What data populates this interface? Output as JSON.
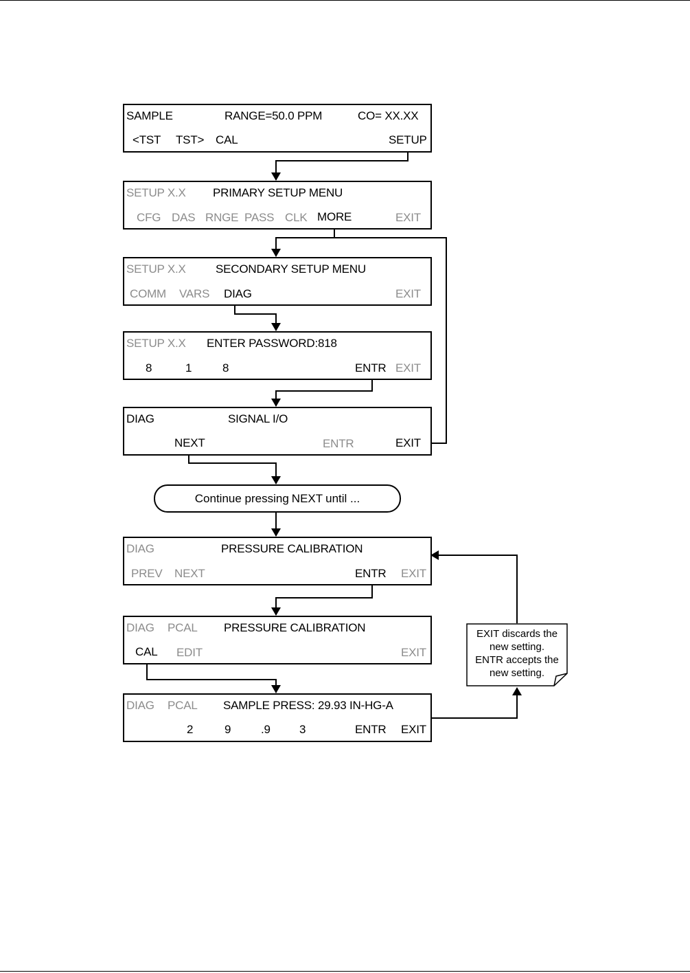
{
  "panels": [
    {
      "id": "sample",
      "top_left": "SAMPLE",
      "top_mid": "RANGE=50.0 PPM",
      "top_right": "CO= XX.XX",
      "keys": [
        "<TST",
        "TST>",
        "CAL",
        "SETUP"
      ]
    },
    {
      "id": "primary-setup",
      "top_left": "SETUP X.X",
      "top_mid": "PRIMARY SETUP MENU",
      "keys": [
        "CFG",
        "DAS",
        "RNGE",
        "PASS",
        "CLK",
        "MORE",
        "EXIT"
      ]
    },
    {
      "id": "secondary-setup",
      "top_left": "SETUP X.X",
      "top_mid": "SECONDARY SETUP MENU",
      "keys": [
        "COMM",
        "VARS",
        "DIAG",
        "EXIT"
      ]
    },
    {
      "id": "password",
      "top_left": "SETUP X.X",
      "top_mid": "ENTER PASSWORD:818",
      "keys": [
        "8",
        "1",
        "8",
        "ENTR",
        "EXIT"
      ]
    },
    {
      "id": "diag-signal",
      "top_left": "DIAG",
      "top_mid": "SIGNAL I/O",
      "keys": [
        "NEXT",
        "ENTR",
        "EXIT"
      ]
    },
    {
      "id": "diag-pressure",
      "top_left": "DIAG",
      "top_mid": "PRESSURE CALIBRATION",
      "keys": [
        "PREV",
        "NEXT",
        "ENTR",
        "EXIT"
      ]
    },
    {
      "id": "pcal",
      "top_left": "DIAG",
      "top_left2": "PCAL",
      "top_mid": "PRESSURE CALIBRATION",
      "keys": [
        "CAL",
        "EDIT",
        "EXIT"
      ]
    },
    {
      "id": "sample-press",
      "top_left": "DIAG",
      "top_left2": "PCAL",
      "top_mid": "SAMPLE PRESS: 29.93 IN-HG-A",
      "keys": [
        "2",
        "9",
        ".9",
        "3",
        "ENTR",
        "EXIT"
      ]
    }
  ],
  "continue_box": {
    "prefix": "Continue pressing",
    "key": "NEXT",
    "suffix": "until ..."
  },
  "note": {
    "line1_key": "EXIT",
    "line1_rest": "discards the",
    "line2": "new setting.",
    "line3_key": "ENTR",
    "line3_rest": "accepts the",
    "line4": "new setting."
  },
  "colors": {
    "active": "#000000",
    "inactive": "#8c8c8c"
  }
}
